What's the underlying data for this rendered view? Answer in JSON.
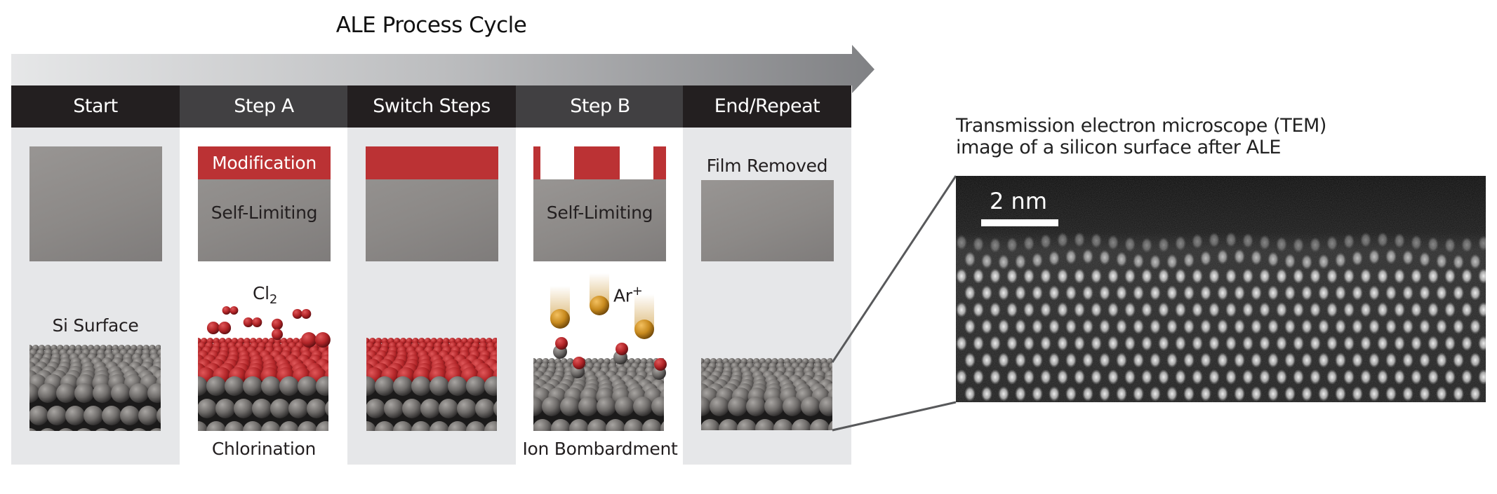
{
  "title": "ALE Process Cycle",
  "colors": {
    "header_dark": "#231f20",
    "header_mid": "#414042",
    "column_gray": "#e6e7e9",
    "modification_red": "#bb3234",
    "film_gray": "#8c8987",
    "ion_gold": "#c88a1e"
  },
  "steps": [
    {
      "header": "Start",
      "top_label": "",
      "box_text": "",
      "bottom_label_top": "Si Surface",
      "bottom_label": ""
    },
    {
      "header": "Step A",
      "top_label": "Modification",
      "box_text": "Self-Limiting",
      "species": "Cl",
      "species_sub": "2",
      "bottom_label": "Chlorination"
    },
    {
      "header": "Switch Steps",
      "top_label": "",
      "box_text": "",
      "bottom_label": ""
    },
    {
      "header": "Step B",
      "top_label": "",
      "box_text": "Self-Limiting",
      "species": "Ar",
      "species_sup": "+",
      "bottom_label": "Ion Bombardment"
    },
    {
      "header": "End/Repeat",
      "top_label": "Film Removed",
      "box_text": "",
      "bottom_label": ""
    }
  ],
  "tem": {
    "caption_line1": "Transmission electron microscope (TEM)",
    "caption_line2": "image of a silicon surface after ALE",
    "scale_label": "2 nm"
  },
  "icons": {
    "arrow": "process-arrow",
    "si_slab": "silicon-lattice",
    "cl_slab": "chlorinated-lattice",
    "cl2": "chlorine-molecule",
    "ar_ion": "argon-ion",
    "sicl": "silicon-chloride-byproduct"
  }
}
